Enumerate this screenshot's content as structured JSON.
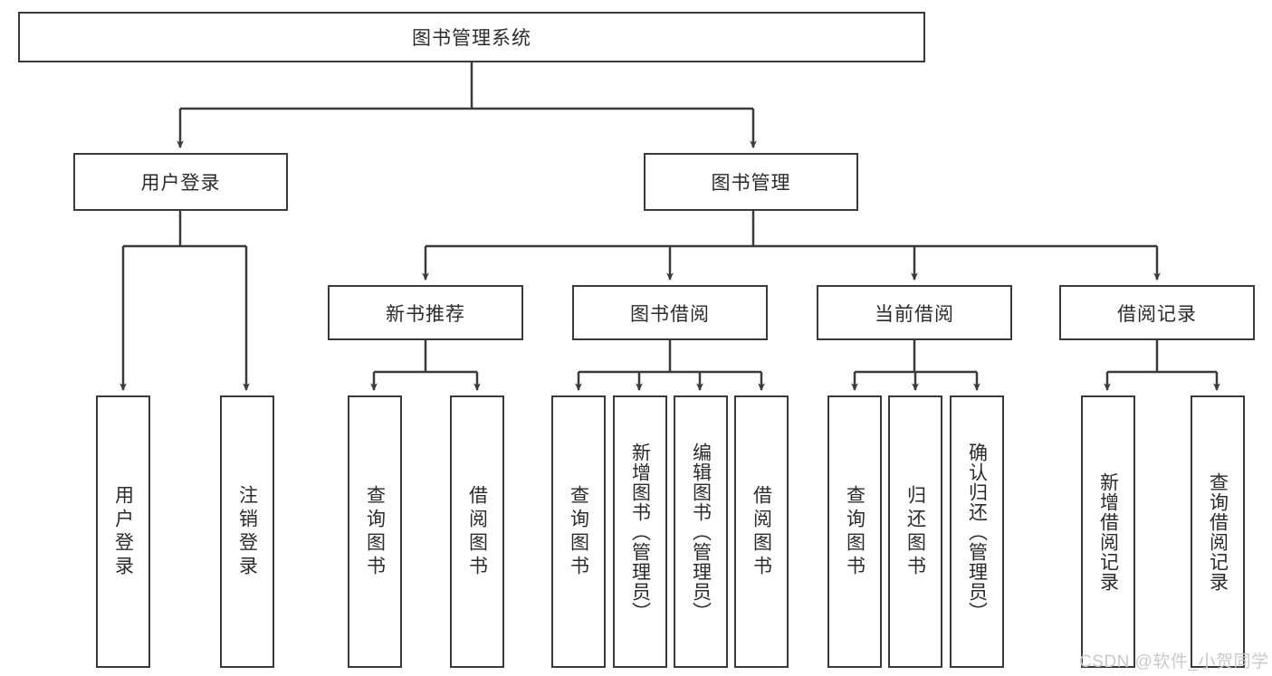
{
  "diagram": {
    "type": "hierarchy-tree",
    "title": "图书管理系统",
    "root": {
      "label": "图书管理系统"
    },
    "level2": [
      {
        "label": "用户登录"
      },
      {
        "label": "图书管理"
      }
    ],
    "level3": [
      {
        "label": "新书推荐"
      },
      {
        "label": "图书借阅"
      },
      {
        "label": "当前借阅"
      },
      {
        "label": "借阅记录"
      }
    ],
    "leaves_user_login": [
      {
        "label": "用户登录"
      },
      {
        "label": "注销登录"
      }
    ],
    "leaves_new_book": [
      {
        "label": "查询图书"
      },
      {
        "label": "借阅图书"
      }
    ],
    "leaves_borrow": [
      {
        "label": "查询图书"
      },
      {
        "label": "新增图书（管理员）"
      },
      {
        "label": "编辑图书（管理员）"
      },
      {
        "label": "借阅图书"
      }
    ],
    "leaves_current": [
      {
        "label": "查询图书"
      },
      {
        "label": "归还图书"
      },
      {
        "label": "确认归还（管理员）"
      }
    ],
    "leaves_records": [
      {
        "label": "新增借阅记录"
      },
      {
        "label": "查询借阅记录"
      }
    ]
  },
  "watermark": {
    "text": "CSDN @软件_小贺同学"
  },
  "colors": {
    "stroke": "#3a3a3a",
    "background": "#ffffff",
    "text": "#2b2b2b",
    "watermark": "#c9c9c9"
  }
}
